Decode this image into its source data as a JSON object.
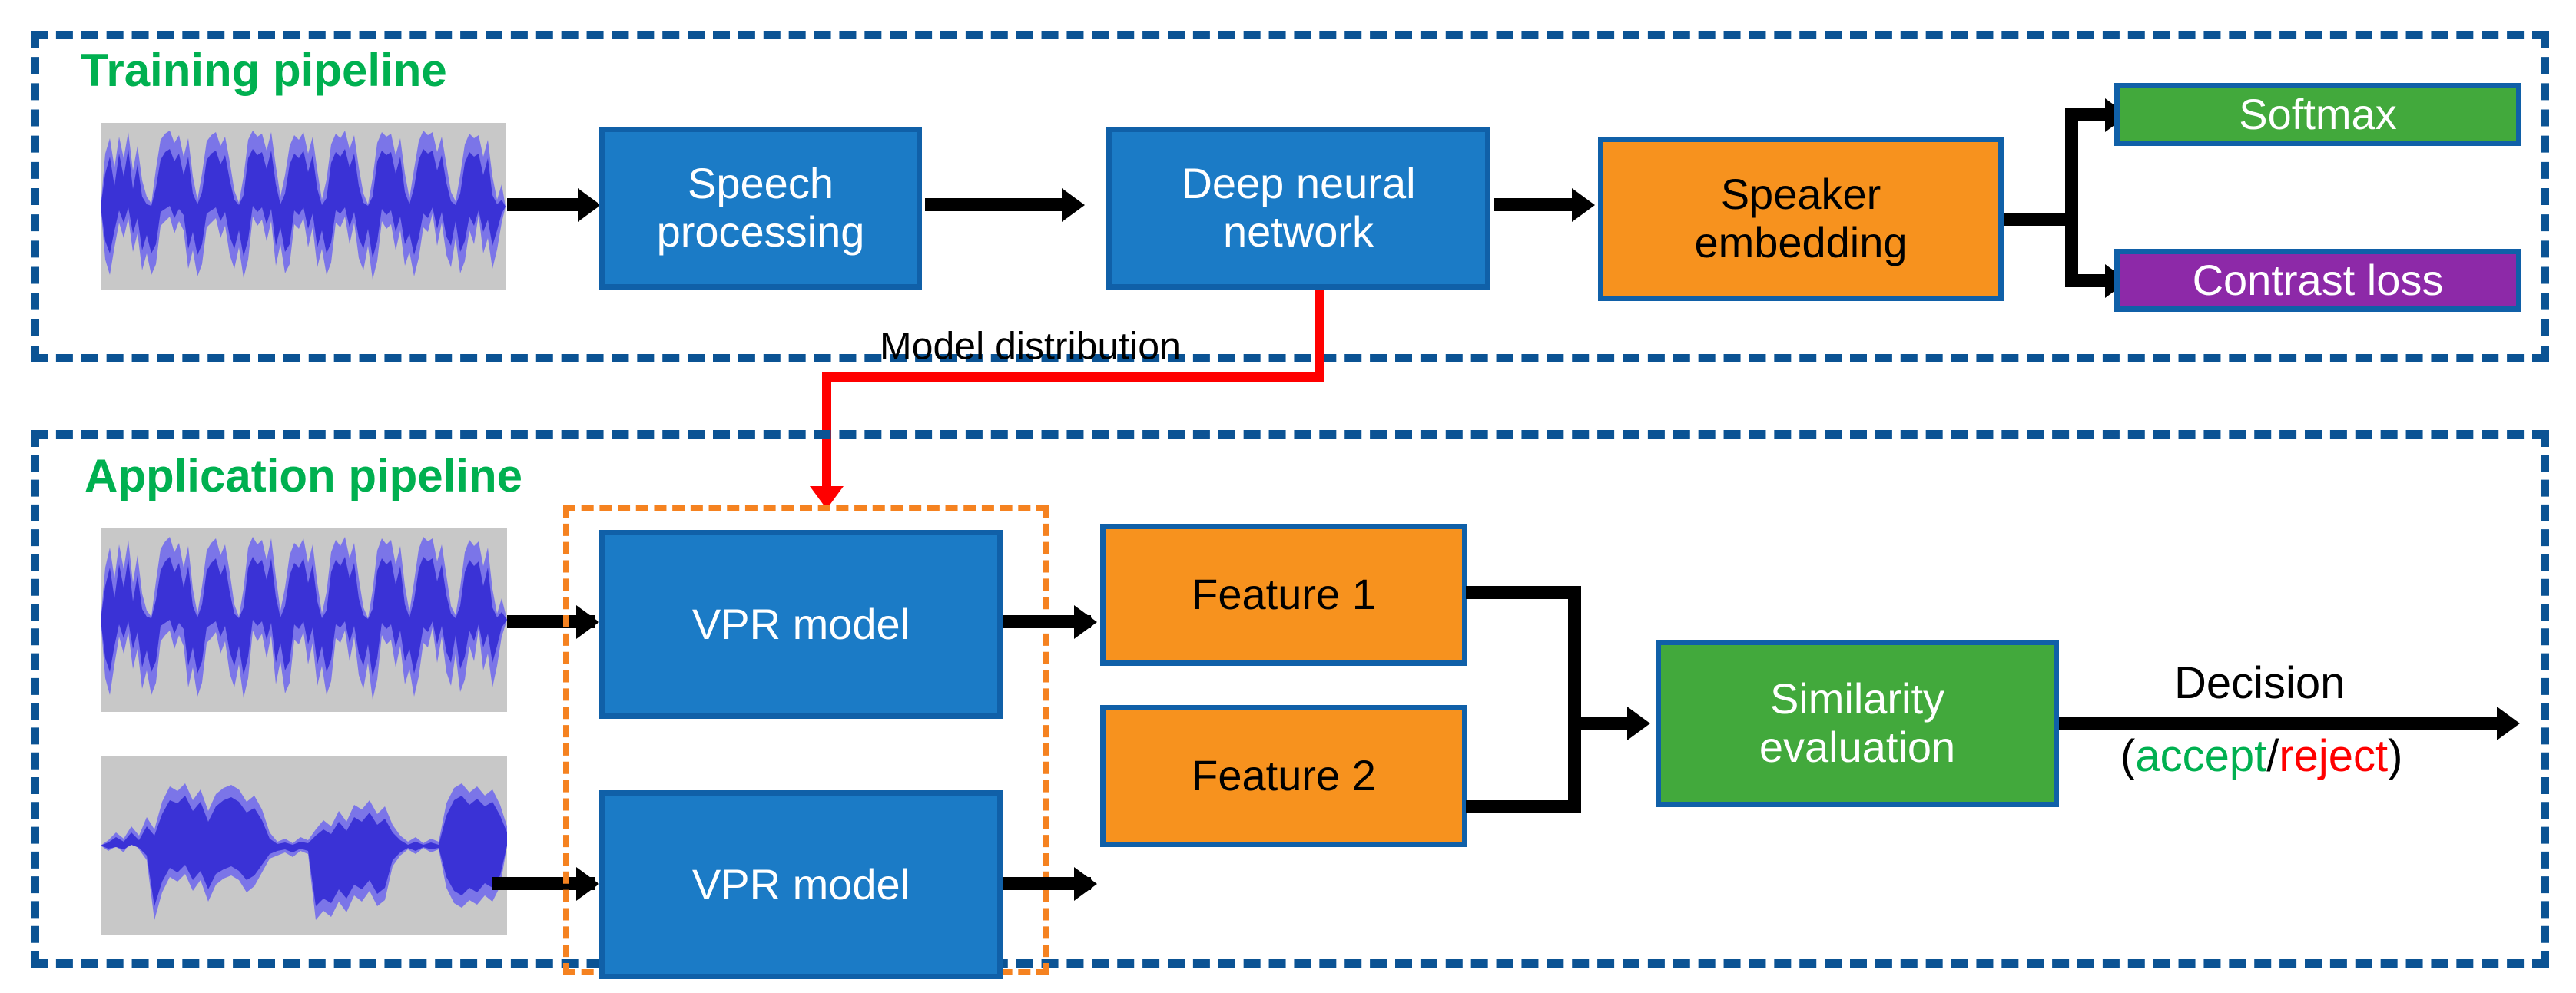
{
  "diagram": {
    "title_colors": {
      "pipeline_title": "#00b050",
      "frame": "#0b5394",
      "group_frame": "#f58220"
    },
    "pipelines": [
      {
        "id": "training",
        "title": "Training pipeline"
      },
      {
        "id": "application",
        "title": "Application pipeline"
      }
    ],
    "training_nodes": [
      {
        "id": "speech-processing",
        "label": "Speech\nprocessing",
        "color": "#1b7bc6"
      },
      {
        "id": "deep-neural-network",
        "label": "Deep neural\nnetwork",
        "color": "#1b7bc6"
      },
      {
        "id": "speaker-embedding",
        "label": "Speaker\nembedding",
        "color": "#f7921e"
      },
      {
        "id": "softmax",
        "label": "Softmax",
        "color": "#42a93c"
      },
      {
        "id": "contrast-loss",
        "label": "Contrast loss",
        "color": "#8d29a8"
      }
    ],
    "application_nodes": [
      {
        "id": "vpr-model-1",
        "label": "VPR model",
        "color": "#1b7bc6"
      },
      {
        "id": "vpr-model-2",
        "label": "VPR model",
        "color": "#1b7bc6"
      },
      {
        "id": "feature-1",
        "label": "Feature 1",
        "color": "#f7921e"
      },
      {
        "id": "feature-2",
        "label": "Feature 2",
        "color": "#f7921e"
      },
      {
        "id": "similarity-evaluation",
        "label": "Similarity\nevaluation",
        "color": "#42a93c"
      }
    ],
    "connector_labels": {
      "model_distribution": "Model distribution",
      "decision": "Decision",
      "decision_open_paren": "(",
      "decision_accept": "accept",
      "decision_slash": "/",
      "decision_reject": "reject",
      "decision_close_paren": ")"
    },
    "waveforms": [
      {
        "id": "training-audio-waveform",
        "name": "audio-waveform"
      },
      {
        "id": "enrollment-audio-waveform",
        "name": "audio-waveform"
      },
      {
        "id": "test-audio-waveform",
        "name": "audio-waveform"
      }
    ]
  }
}
